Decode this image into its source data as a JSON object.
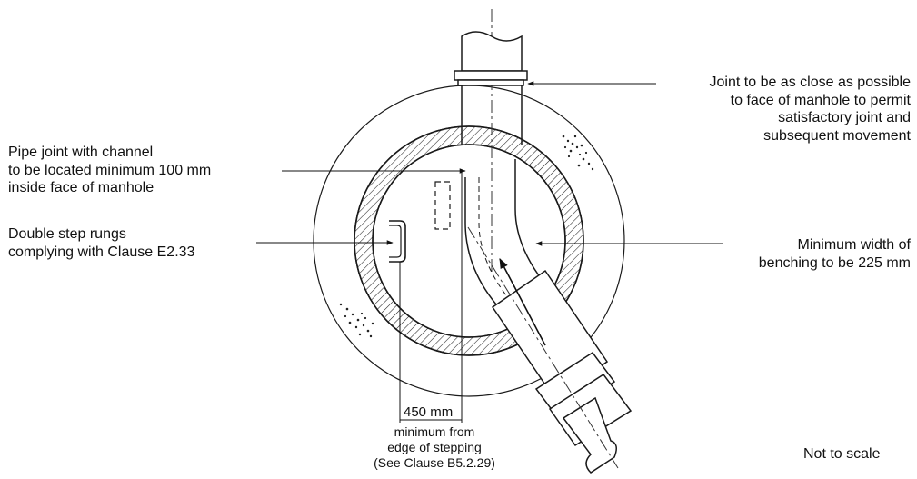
{
  "colors": {
    "line": "#1a1a1a",
    "background": "#ffffff"
  },
  "labels": {
    "joint_close": [
      "Joint to be as close as possible",
      "to face of manhole to permit",
      "satisfactory joint and",
      "subsequent movement"
    ],
    "pipe_joint": [
      "Pipe joint with channel",
      "to be located minimum 100 mm",
      "inside face of manhole"
    ],
    "step_rungs": [
      "Double step rungs",
      "complying with Clause E2.33"
    ],
    "benching": [
      "Minimum width of",
      "benching to be 225 mm"
    ],
    "dimension": "450 mm",
    "min_from": [
      "minimum from",
      "edge of stepping",
      "(See Clause B5.2.29)"
    ],
    "scale_note": "Not to scale"
  }
}
